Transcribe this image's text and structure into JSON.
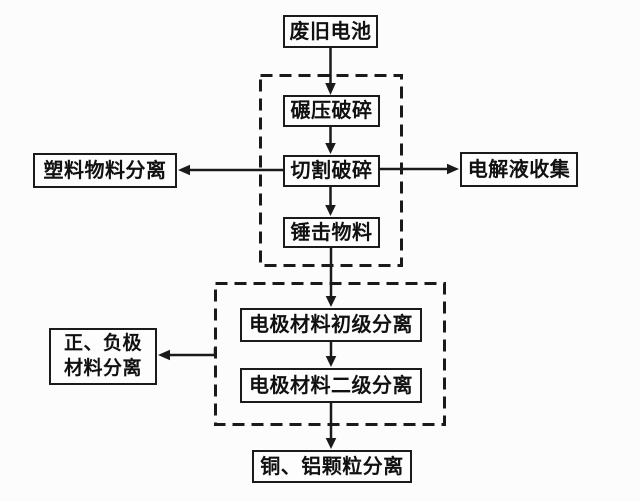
{
  "diagram": {
    "background_color": "#fcfcfc",
    "line_color": "#1a1a1a",
    "text_color": "#111111",
    "nodes": {
      "waste_battery": "废旧电池",
      "roll_crush": "碾压破碎",
      "cut_crush": "切割破碎",
      "hammer_material": "锤击物料",
      "plastic_separation": "塑料物料分离",
      "electrolyte_collection": "电解液收集",
      "electrode_primary_separation": "电极材料初级分离",
      "electrode_secondary_separation": "电极材料二级分离",
      "pos_neg_material_separation": "正、负极\n材料分离",
      "copper_aluminum_separation": "铜、铝颗粒分离"
    }
  }
}
